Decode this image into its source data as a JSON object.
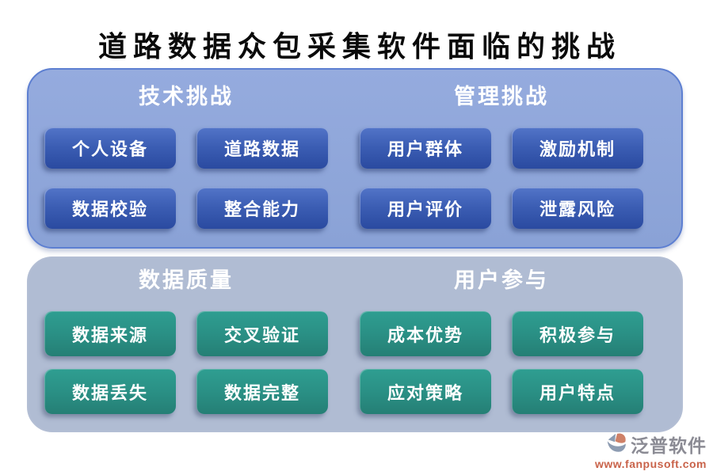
{
  "title": "道路数据众包采集软件面临的挑战",
  "panels": {
    "top": {
      "sections": [
        {
          "header": "技术挑战",
          "items": [
            "个人设备",
            "道路数据",
            "数据校验",
            "整合能力"
          ]
        },
        {
          "header": "管理挑战",
          "items": [
            "用户群体",
            "激励机制",
            "用户评价",
            "泄露风险"
          ]
        }
      ]
    },
    "bottom": {
      "sections": [
        {
          "header": "数据质量",
          "items": [
            "数据来源",
            "交叉验证",
            "数据丢失",
            "数据完整"
          ]
        },
        {
          "header": "用户参与",
          "items": [
            "成本优势",
            "积极参与",
            "应对策略",
            "用户特点"
          ]
        }
      ]
    }
  },
  "branding": {
    "company": "泛普软件",
    "website": "www.fanpusoft.com"
  },
  "colors": {
    "top_panel": "#8da5d9",
    "top_panel_border": "#5d7fd1",
    "node_blue_top": "#5274c8",
    "node_blue_bottom": "#2a4aa0",
    "bottom_panel": "#b0bcd3",
    "node_teal_top": "#2f9e91",
    "node_teal_bottom": "#257f75",
    "brand_gray": "#8b8b94",
    "brand_salmon": "#c9634a"
  }
}
